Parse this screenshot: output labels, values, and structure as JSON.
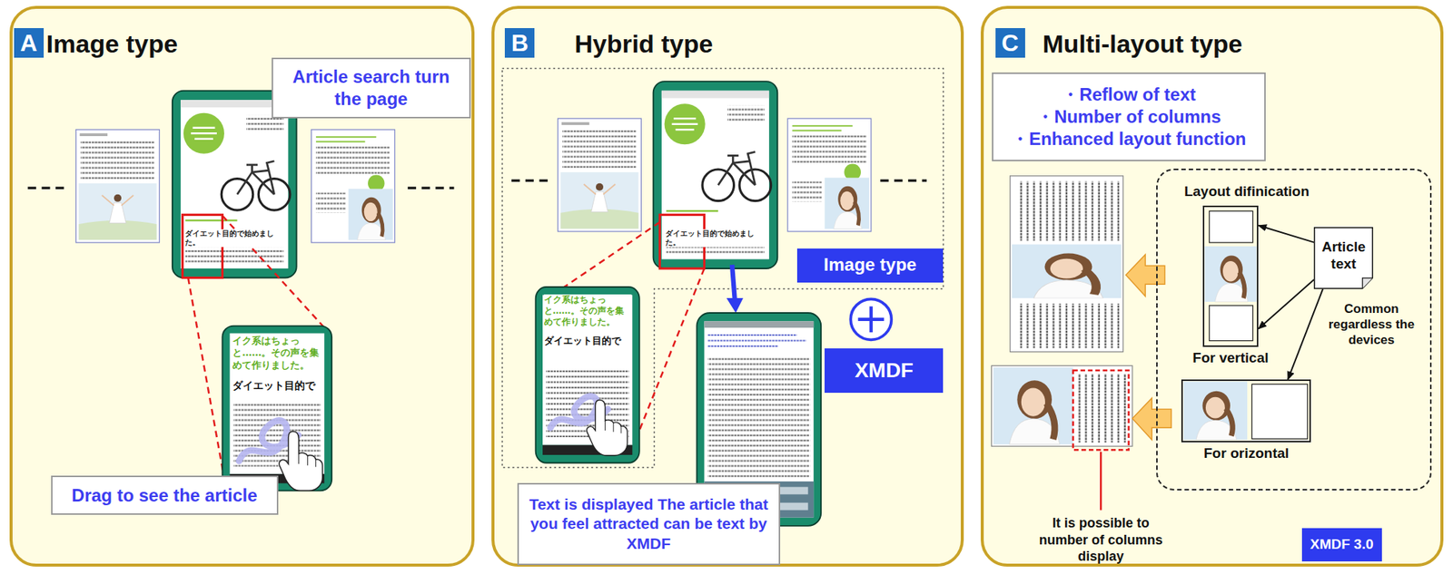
{
  "diagram": {
    "nodes": [
      {
        "text": [
          "Image type"
        ]
      },
      {
        "text": [
          "A"
        ],
        "in": 0
      },
      {
        "text": [
          "Article search turn the page"
        ],
        "in": 0
      },
      {
        "text": [
          "Drag to see the article"
        ],
        "in": 0
      },
      {
        "text": [
          "Hybrid type"
        ]
      },
      {
        "text": [
          "B"
        ],
        "in": 4
      },
      {
        "text": [
          "Image type"
        ],
        "in": 4
      },
      {
        "text": [
          "XMDF"
        ],
        "in": 4
      },
      {
        "text": [
          "Text is displayed The article that you feel attracted can be text by XMDF"
        ],
        "in": 4
      },
      {
        "text": [
          "Multi-layout type"
        ]
      },
      {
        "text": [
          "C"
        ],
        "in": 9
      },
      {
        "text": [
          "・Reflow of text",
          "・Number of columns",
          "・Enhanced layout function"
        ],
        "in": 9
      },
      {
        "text": [
          "Layout difinication"
        ],
        "in": 9
      },
      {
        "text": [
          "For vertical"
        ],
        "in": 12
      },
      {
        "text": [
          "For orizontal"
        ],
        "in": 12
      },
      {
        "text": [
          "Article text"
        ],
        "in": 12
      },
      {
        "text": [
          "XMDF 3.0"
        ],
        "in": 9
      }
    ],
    "edges": [
      {
        "from": 15,
        "to": 13,
        "arrow": "to"
      },
      {
        "from": 15,
        "to": 13,
        "arrow": "to"
      },
      {
        "from": 15,
        "to": 14,
        "arrow": "to"
      }
    ],
    "labels": [
      "ダイエット目的で始めました。",
      "イク系はちょっと……。その声を集めて作りました。",
      "ダイエット目的で",
      "ダイエット目的で始めました。",
      "イク系はちょっと……。その声を集めて作りました。",
      "ダイエット目的で",
      "Common regardless the devices",
      "It is possible to number of columns display"
    ]
  }
}
